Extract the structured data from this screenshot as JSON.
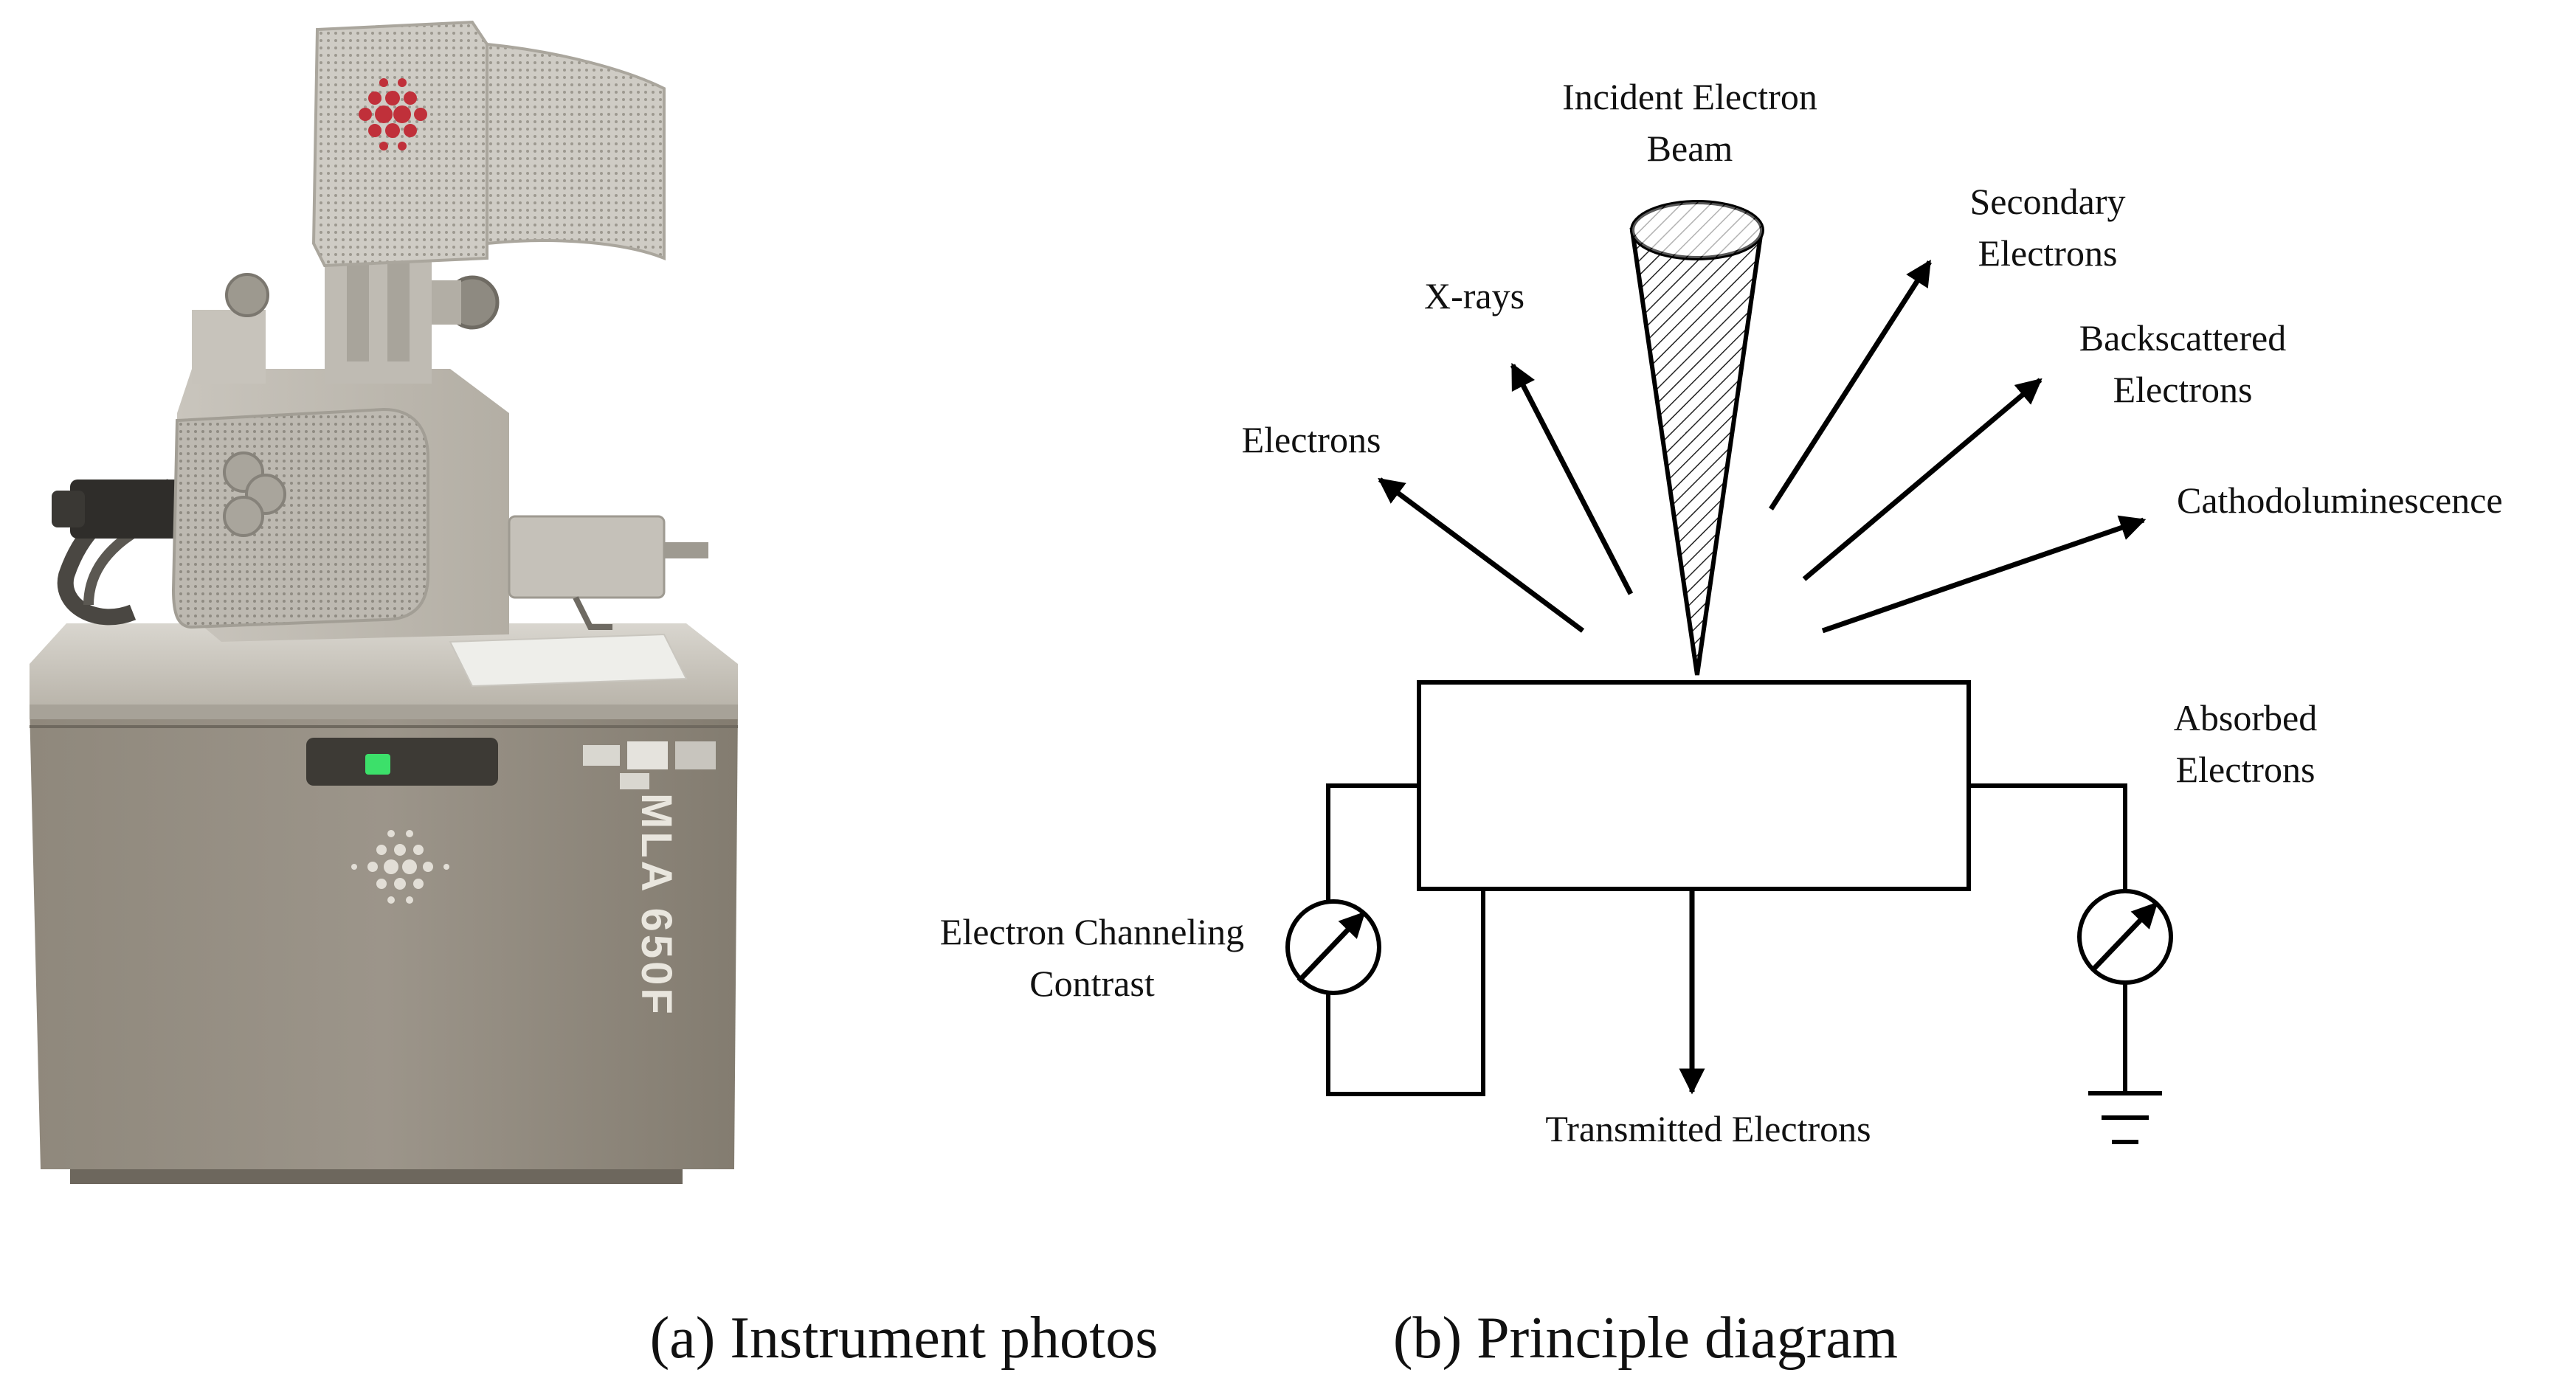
{
  "photo": {
    "brand_label": "MLA 650F"
  },
  "diagram": {
    "incident_beam_label": [
      "Incident Electron",
      "Beam"
    ],
    "xrays_label": "X-rays",
    "electrons_label": "Electrons",
    "secondary_label": [
      "Secondary",
      "Electrons"
    ],
    "backscattered_label": [
      "Backscattered",
      "Electrons"
    ],
    "cathodo_label": "Cathodoluminescence",
    "absorbed_label": [
      "Absorbed",
      "Electrons"
    ],
    "channeling_label": [
      "Electron Channeling",
      "Contrast"
    ],
    "transmitted_label": "Transmitted Electrons"
  },
  "captions": {
    "a": "(a) Instrument photos",
    "b": "(b) Principle diagram"
  },
  "colors": {
    "machine_body": "#8e877b",
    "machine_light": "#d2cfc8",
    "accent_red": "#c0303a",
    "indicator_green": "#3ce06a"
  }
}
